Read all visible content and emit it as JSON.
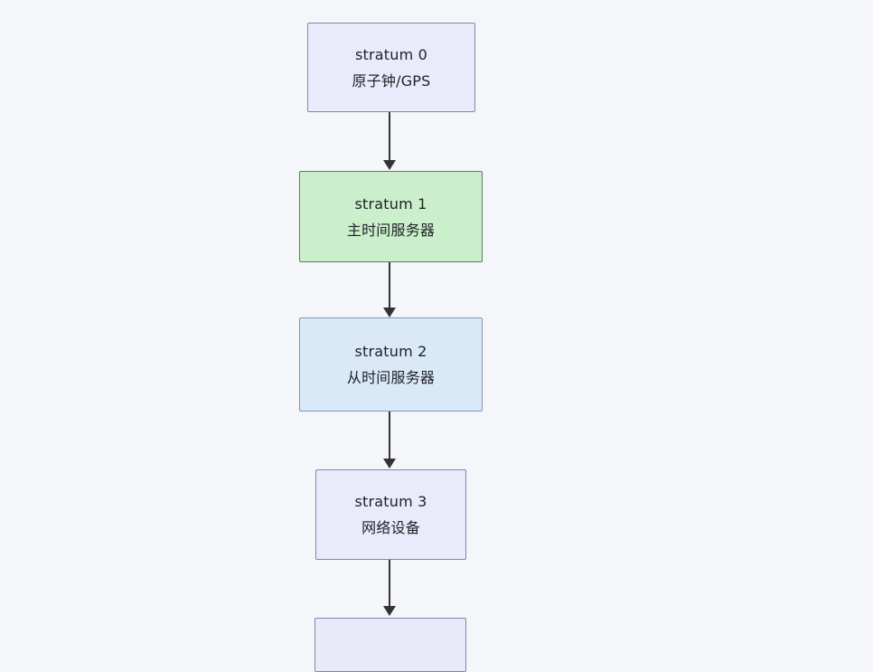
{
  "page": {
    "background_color": "#f4f6f9"
  },
  "diagram": {
    "type": "flowchart",
    "direction": "top-down",
    "arrow_color": "#333333",
    "text_color": "#222228",
    "nodes": [
      {
        "id": "stratum-0",
        "line1": "stratum 0",
        "line2": "原子钟/GPS",
        "fill": "#eaeafa",
        "border": "#8585ab"
      },
      {
        "id": "stratum-1",
        "line1": "stratum 1",
        "line2": "主时间服务器",
        "fill": "#cbefcb",
        "border": "#5f7a60"
      },
      {
        "id": "stratum-2",
        "line1": "stratum 2",
        "line2": "从时间服务器",
        "fill": "#d9e9f8",
        "border": "#8494b5"
      },
      {
        "id": "stratum-3",
        "line1": "stratum 3",
        "line2": "网络设备",
        "fill": "#eaeafa",
        "border": "#8585ab"
      },
      {
        "id": "stratum-4-partial",
        "line1": "",
        "line2": "",
        "fill": "#e9e9fa",
        "border": "#8585ab"
      }
    ],
    "edges": [
      {
        "from": "stratum-0",
        "to": "stratum-1"
      },
      {
        "from": "stratum-1",
        "to": "stratum-2"
      },
      {
        "from": "stratum-2",
        "to": "stratum-3"
      },
      {
        "from": "stratum-3",
        "to": "stratum-4-partial"
      }
    ]
  }
}
